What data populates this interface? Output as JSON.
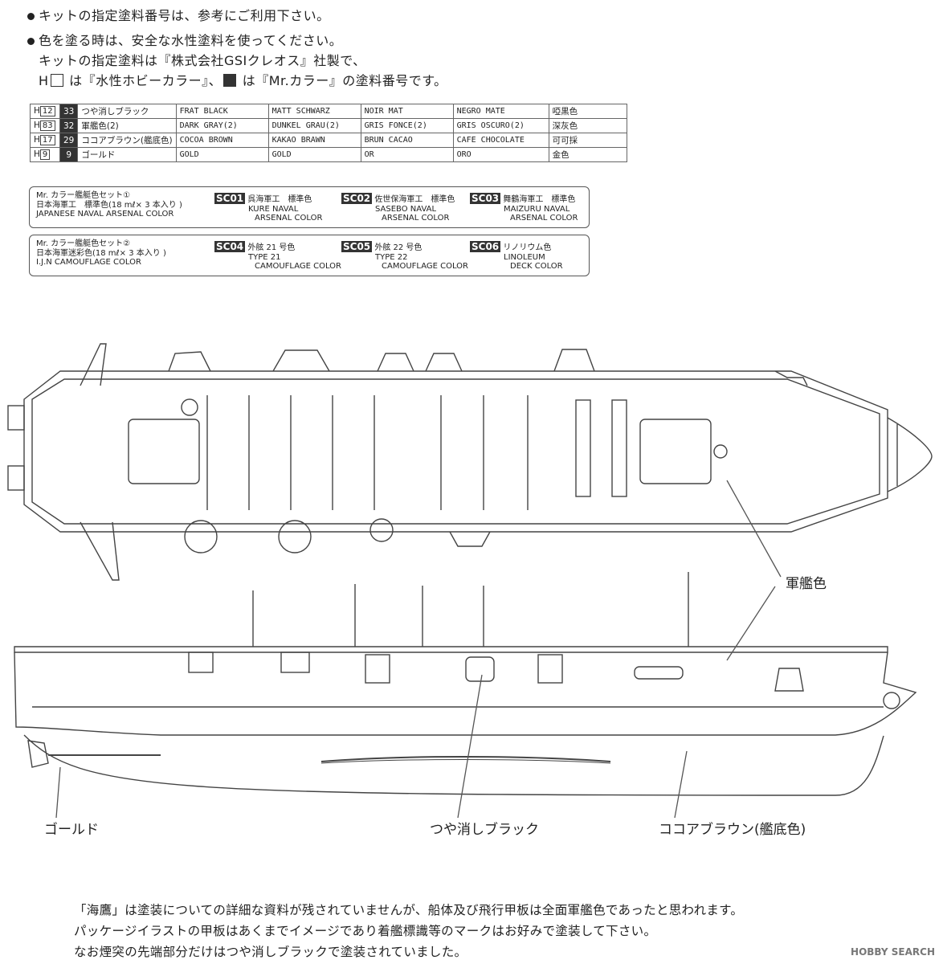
{
  "notes": {
    "line1": "キットの指定塗料番号は、参考にご利用下さい。",
    "line2": "色を塗る時は、安全な水性塗料を使ってください。",
    "line3": "キットの指定塗料は『株式会社GSIクレオス』社製で、",
    "line4_prefix": "H",
    "line4_mid": "は『水性ホビーカラー』、",
    "line4_end": "は『Mr.カラー』の塗料番号です。"
  },
  "paint_table": [
    {
      "h": "12",
      "m": "33",
      "jp": "つや消しブラック",
      "en": "FRAT BLACK",
      "de": "MATT SCHWARZ",
      "fr": "NOIR MAT",
      "es": "NEGRO MATE",
      "cn": "啞黒色"
    },
    {
      "h": "83",
      "m": "32",
      "jp": "軍艦色(2)",
      "en": "DARK GRAY(2)",
      "de": "DUNKEL GRAU(2)",
      "fr": "GRIS FONCE(2)",
      "es": "GRIS OSCURO(2)",
      "cn": "深灰色"
    },
    {
      "h": "17",
      "m": "29",
      "jp": "ココアブラウン(艦底色)",
      "en": "COCOA BROWN",
      "de": "KAKAO BRAWN",
      "fr": "BRUN CACAO",
      "es": "CAFE CHOCOLATE",
      "cn": "可可採"
    },
    {
      "h": "9",
      "m": "9",
      "jp": "ゴールド",
      "en": "GOLD",
      "de": "GOLD",
      "fr": "OR",
      "es": "ORO",
      "cn": "金色"
    }
  ],
  "set1": {
    "title1": "Mr. カラー艦艇色セット①",
    "title2": "日本海軍工　標準色(18 mℓ× 3 本入り )",
    "title3": "JAPANESE NAVAL ARSENAL COLOR",
    "items": [
      {
        "code": "SC01",
        "jp": "呉海軍工　標準色",
        "en1": "KURE NAVAL",
        "en2": "ARSENAL COLOR"
      },
      {
        "code": "SC02",
        "jp": "佐世保海軍工　標準色",
        "en1": "SASEBO NAVAL",
        "en2": "ARSENAL COLOR"
      },
      {
        "code": "SC03",
        "jp": "舞鶴海軍工　標準色",
        "en1": "MAIZURU NAVAL",
        "en2": "ARSENAL COLOR"
      }
    ]
  },
  "set2": {
    "title1": "Mr. カラー艦艇色セット②",
    "title2": "日本海軍迷彩色(18 mℓ× 3 本入り )",
    "title3": "I.J.N CAMOUFLAGE COLOR",
    "items": [
      {
        "code": "SC04",
        "jp": "外舷 21 号色",
        "en1": "TYPE 21",
        "en2": "CAMOUFLAGE COLOR"
      },
      {
        "code": "SC05",
        "jp": "外舷 22 号色",
        "en1": "TYPE 22",
        "en2": "CAMOUFLAGE COLOR"
      },
      {
        "code": "SC06",
        "jp": "リノリウム色",
        "en1": "LINOLEUM",
        "en2": "DECK COLOR"
      }
    ]
  },
  "callouts": {
    "gunkan": "軍艦色",
    "gold": "ゴールド",
    "black": "つや消しブラック",
    "brown": "ココアブラウン(艦底色)"
  },
  "footer": {
    "line1": "「海鷹」は塗装についての詳細な資料が残されていませんが、船体及び飛行甲板は全面軍艦色であったと思われます。",
    "line2": "パッケージイラストの甲板はあくまでイメージであり着艦標識等のマークはお好みで塗装して下さい。",
    "line3": "なお煙突の先端部分だけはつや消しブラックで塗装されていました。"
  },
  "watermark": "HOBBY SEARCH"
}
